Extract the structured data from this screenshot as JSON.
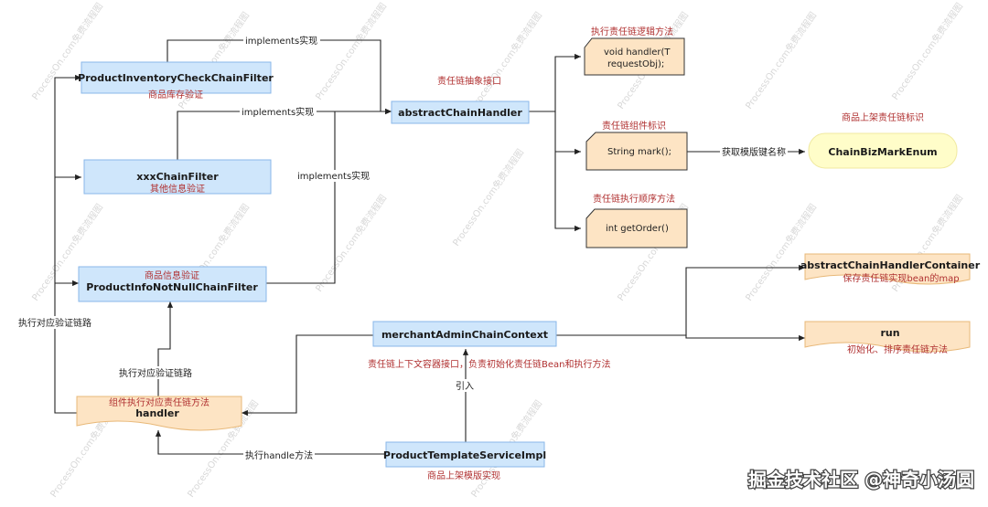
{
  "nodes": {
    "product_inventory": {
      "title": "ProductInventoryCheckChainFilter",
      "sub": "商品库存验证"
    },
    "xxx_filter": {
      "title": "xxxChainFilter",
      "sub": "其他信息验证"
    },
    "product_info": {
      "title": "ProductInfoNotNullChainFilter",
      "sub": "商品信息验证"
    },
    "abstract_handler": {
      "title": "abstractChainHandler",
      "caption": "责任链抽象接口"
    },
    "context": {
      "title": "merchantAdminChainContext",
      "caption": "责任链上下文容器接口，负责初始化责任链Bean和执行方法"
    },
    "handler": {
      "title": "handler",
      "sub": "组件执行对应责任链方法"
    },
    "template_service": {
      "title": "ProductTemplateServiceImpl",
      "caption": "商品上架模版实现"
    },
    "container": {
      "title": "abstractChainHandlerContainer",
      "sub": "保存责任链实现bean的map"
    },
    "run": {
      "title": "run",
      "sub": "初始化、排序责任链方法"
    },
    "biz_mark_enum": {
      "title": "ChainBizMarkEnum",
      "caption": "商品上架责任链标识"
    }
  },
  "notes": {
    "handler_method": {
      "line1": "void handler(T",
      "line2": "requestObj);",
      "caption": "执行责任链逻辑方法"
    },
    "mark": {
      "text": "String mark();",
      "caption": "责任链组件标识"
    },
    "order": {
      "text": "int getOrder()",
      "caption": "责任链执行顺序方法"
    }
  },
  "edges": {
    "implements_1": "implements实现",
    "implements_2": "implements实现",
    "implements_3": "implements实现",
    "mark_to_enum": "获取模版键名称",
    "left_loop": "执行对应验证链路",
    "handler_to_info": "执行对应验证链路",
    "template_to_context": "引入",
    "template_to_handler": "执行handle方法"
  },
  "watermark": "ProcessOn.com免费流程图",
  "footer": {
    "brand": "掘金技术社区 @神奇小汤圆"
  },
  "colors": {
    "blue_fill": "#cfe6fb",
    "blue_stroke": "#89b7e8",
    "orange_fill": "#fde4c4",
    "orange_stroke": "#e8b878",
    "yellow_fill": "#fffdc9"
  }
}
